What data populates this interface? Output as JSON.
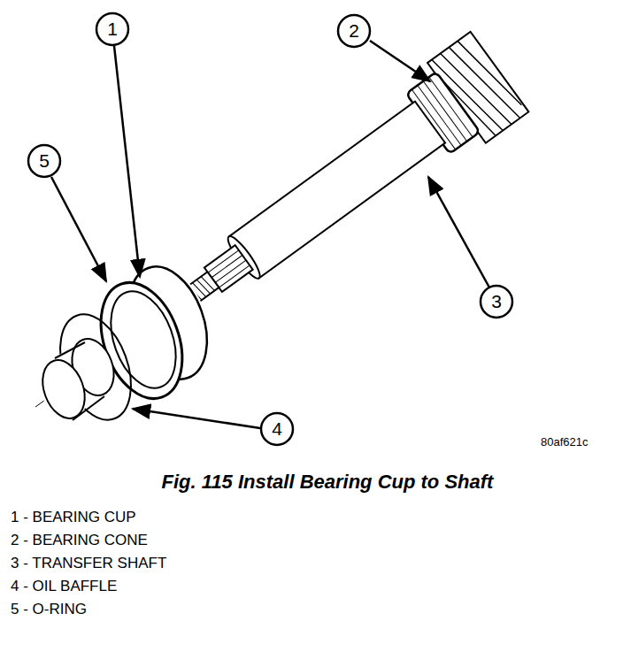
{
  "diagram": {
    "caption": "Fig. 115 Install Bearing Cup to Shaft",
    "nodes": [
      {
        "text": [
          "1"
        ]
      },
      {
        "text": [
          "2"
        ]
      },
      {
        "text": [
          "5"
        ]
      },
      {
        "text": [
          "3"
        ]
      },
      {
        "text": [
          "4"
        ]
      }
    ],
    "labels": [
      "80af621c",
      "1 - BEARING CUP",
      "2 - BEARING CONE",
      "3 - TRANSFER SHAFT",
      "4 - OIL BAFFLE",
      "5 - O-RING"
    ]
  }
}
